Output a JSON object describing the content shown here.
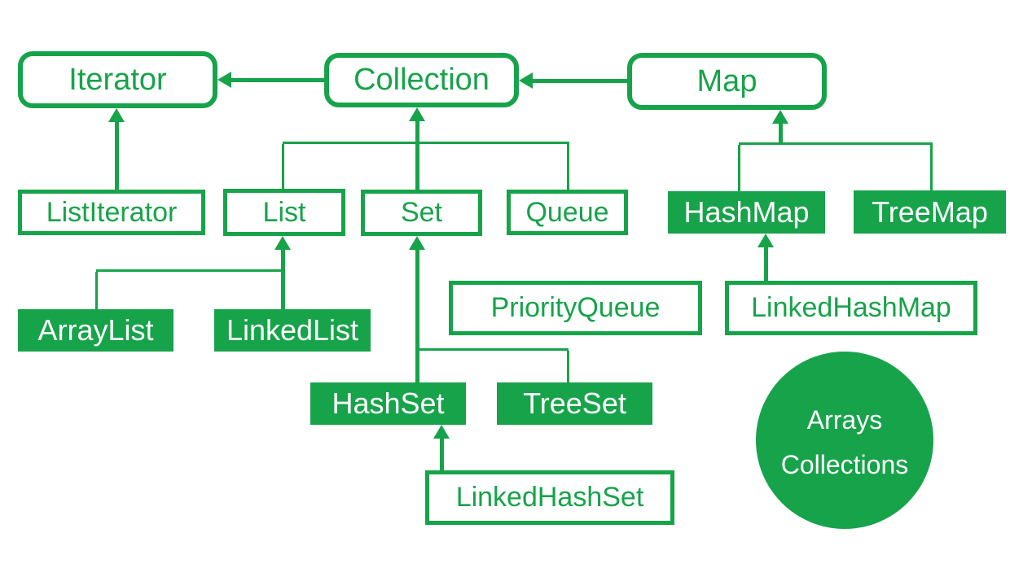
{
  "colors": {
    "green": "#17A34A",
    "text_on_fill": "#ffffff",
    "background": "#ffffff"
  },
  "nodes": {
    "iterator": {
      "label": "Iterator"
    },
    "collection": {
      "label": "Collection"
    },
    "map": {
      "label": "Map"
    },
    "list_iterator": {
      "label": "ListIterator"
    },
    "list": {
      "label": "List"
    },
    "set": {
      "label": "Set"
    },
    "queue": {
      "label": "Queue"
    },
    "hash_map": {
      "label": "HashMap"
    },
    "tree_map": {
      "label": "TreeMap"
    },
    "array_list": {
      "label": "ArrayList"
    },
    "linked_list": {
      "label": "LinkedList"
    },
    "priority_queue": {
      "label": "PriorityQueue"
    },
    "linked_hash_map": {
      "label": "LinkedHashMap"
    },
    "hash_set": {
      "label": "HashSet"
    },
    "tree_set": {
      "label": "TreeSet"
    },
    "linked_hash_set": {
      "label": "LinkedHashSet"
    },
    "utility_circle": {
      "line1": "Arrays",
      "line2": "Collections"
    }
  },
  "edges": [
    {
      "from": "Collection",
      "to": "Iterator",
      "style": "arrow"
    },
    {
      "from": "Map",
      "to": "Collection",
      "style": "arrow"
    },
    {
      "from": "ListIterator",
      "to": "Iterator",
      "style": "arrow"
    },
    {
      "from": "List",
      "to": "Collection",
      "style": "tree"
    },
    {
      "from": "Set",
      "to": "Collection",
      "style": "tree"
    },
    {
      "from": "Queue",
      "to": "Collection",
      "style": "tree"
    },
    {
      "from": "HashMap",
      "to": "Map",
      "style": "tree"
    },
    {
      "from": "TreeMap",
      "to": "Map",
      "style": "tree"
    },
    {
      "from": "ArrayList",
      "to": "List",
      "style": "tree"
    },
    {
      "from": "LinkedList",
      "to": "List",
      "style": "tree"
    },
    {
      "from": "HashSet",
      "to": "Set",
      "style": "tree"
    },
    {
      "from": "TreeSet",
      "to": "Set",
      "style": "tree"
    },
    {
      "from": "LinkedHashSet",
      "to": "HashSet",
      "style": "arrow"
    },
    {
      "from": "LinkedHashMap",
      "to": "HashMap",
      "style": "arrow"
    }
  ]
}
